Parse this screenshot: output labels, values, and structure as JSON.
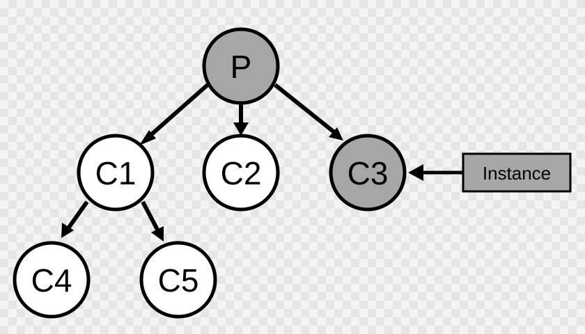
{
  "colors": {
    "highlight_fill": "#a6a6a6",
    "plain_fill": "#ffffff",
    "stroke": "#000000"
  },
  "nodes": {
    "p": {
      "label": "P",
      "highlighted": true
    },
    "c1": {
      "label": "C1",
      "highlighted": false
    },
    "c2": {
      "label": "C2",
      "highlighted": false
    },
    "c3": {
      "label": "C3",
      "highlighted": true
    },
    "c4": {
      "label": "C4",
      "highlighted": false
    },
    "c5": {
      "label": "C5",
      "highlighted": false
    }
  },
  "edges": [
    {
      "from": "P",
      "to": "C1"
    },
    {
      "from": "P",
      "to": "C2"
    },
    {
      "from": "P",
      "to": "C3"
    },
    {
      "from": "C1",
      "to": "C4"
    },
    {
      "from": "C1",
      "to": "C5"
    },
    {
      "from": "Instance",
      "to": "C3"
    }
  ],
  "instance_box": {
    "label": "Instance"
  }
}
